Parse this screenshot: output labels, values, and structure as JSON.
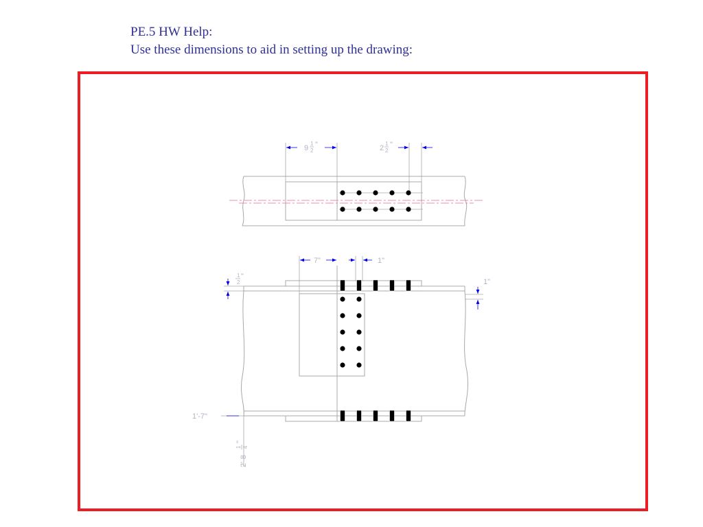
{
  "header": {
    "line1": "PE.5 HW Help:",
    "line2": "Use these dimensions to aid in setting up the drawing:"
  },
  "colors": {
    "text": "#2f2f9a",
    "frame": "#ee1c24",
    "linework": "#a8a8a8",
    "dimension": "#0000ee",
    "dimension_text": "#b3b3c4",
    "centerline": "#e96aa0",
    "bolt": "#000000"
  },
  "top_view": {
    "dim_left": {
      "whole": "9",
      "num": "1",
      "den": "2",
      "unit": "\""
    },
    "dim_right": {
      "whole": "2",
      "num": "1",
      "den": "2",
      "unit": "\""
    }
  },
  "front_view": {
    "dim_seven": "7\"",
    "dim_one_top": "1\"",
    "dim_half": {
      "num": "1",
      "den": "2",
      "unit": "\""
    },
    "dim_one_right": "1\"",
    "dim_height": "1'-7\"",
    "dim_length": {
      "text": "2'-8",
      "num": "1",
      "den": "4",
      "unit": "\""
    }
  }
}
